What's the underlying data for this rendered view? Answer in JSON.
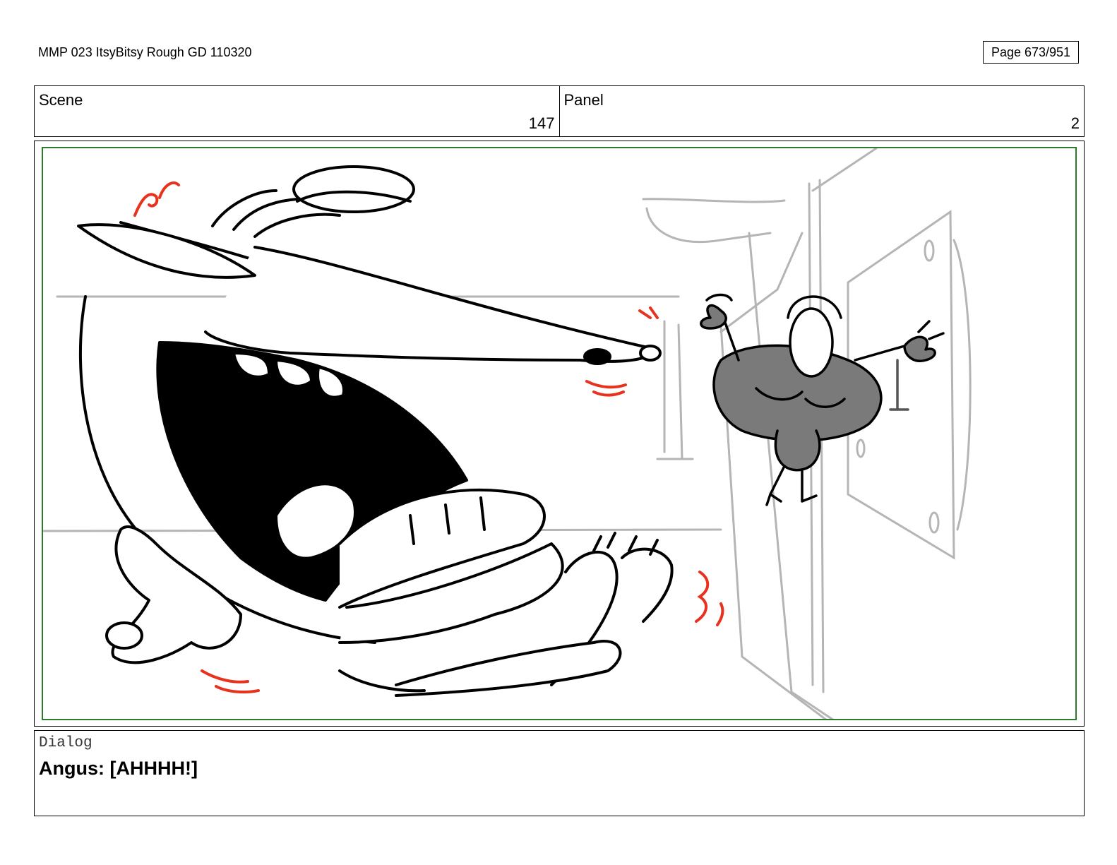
{
  "header": {
    "document_title": "MMP 023 ItsyBitsy Rough GD 110320",
    "page_indicator": "Page 673/951"
  },
  "info": {
    "scene_label": "Scene",
    "scene_value": "147",
    "panel_label": "Panel",
    "panel_value": "2"
  },
  "dialog": {
    "label": "Dialog",
    "text": "Angus: [AHHHH!]"
  },
  "colors": {
    "frame_border": "#2f7a2f",
    "sketch_gray": "#b5b5b5",
    "accent_red": "#e8321e",
    "bug_fill": "#7a7a7a"
  }
}
